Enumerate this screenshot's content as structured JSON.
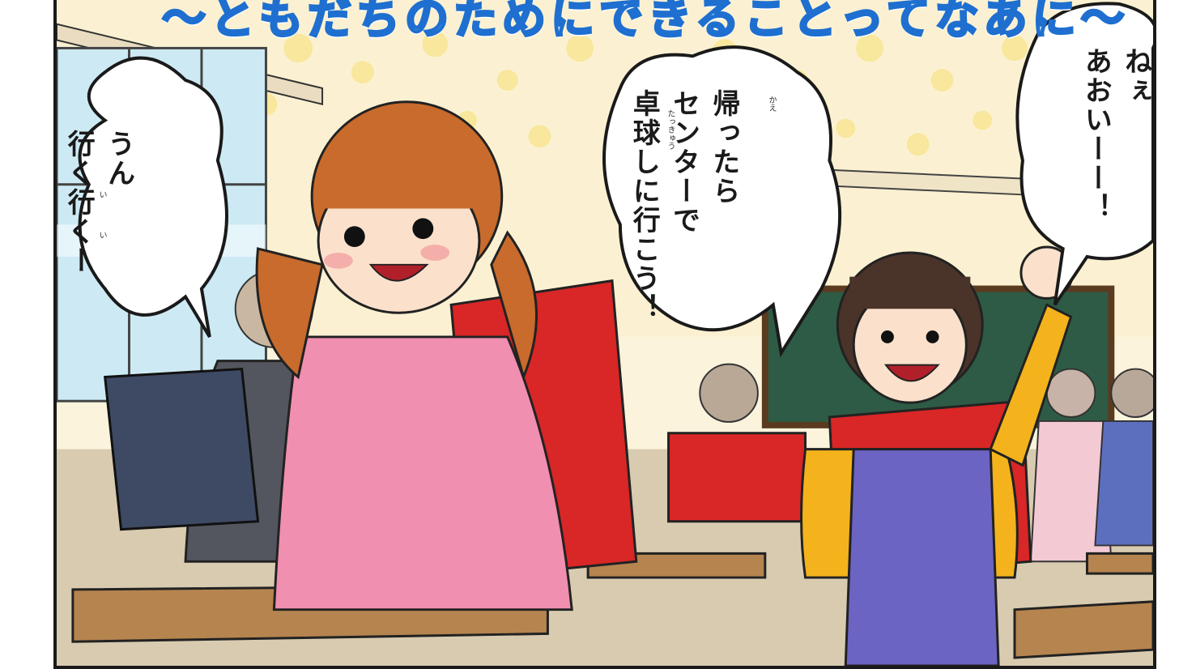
{
  "title_banner": "〜ともだちのためにできることってなあに〜",
  "speech": {
    "left": "うん\n行く行くー",
    "middle": "帰ったら\nセンターで\n卓球しに行こう！",
    "right": "ねぇ\nあおいーー！"
  },
  "furigana": {
    "kaeru": "かえ",
    "takkyuu": "たっきゅう",
    "iku_1": "い",
    "iku_2": "い"
  },
  "colors": {
    "title_fill": "#bfe6ff",
    "title_outline": "#1e6fd0",
    "hoodie": "#f08fb0",
    "randoseru": "#d92626",
    "sweater": "#f4b31c",
    "overalls": "#6c64c2",
    "chalkboard": "#2e5b45"
  }
}
